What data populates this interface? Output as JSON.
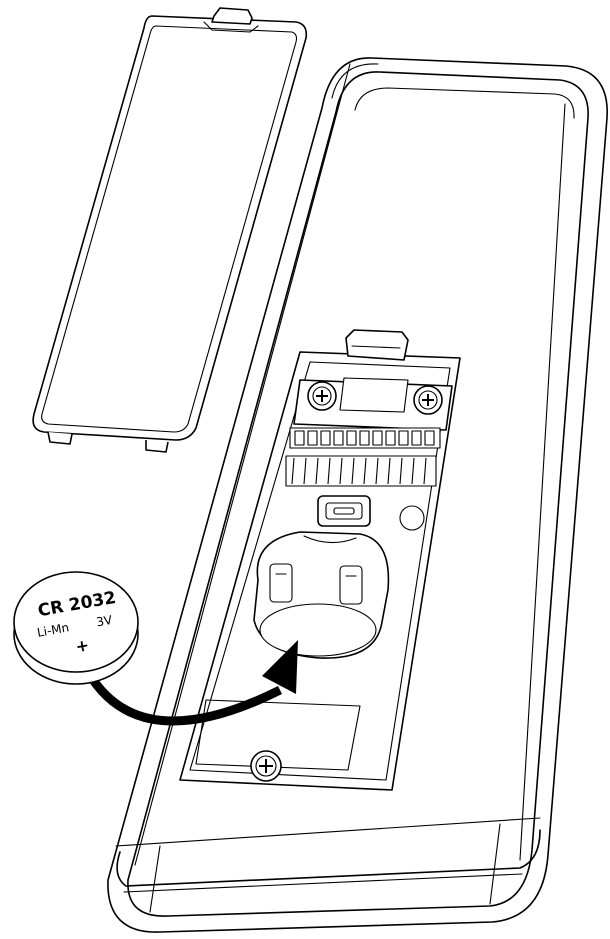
{
  "battery": {
    "model": "CR 2032",
    "chemistry": "Li-Mn",
    "voltage": "3V",
    "polarity": "+"
  },
  "icons": {
    "remote": "remote-control-back-icon",
    "cover": "battery-cover-icon",
    "coin_cell": "coin-cell-battery-icon",
    "arrow": "insert-arrow-icon",
    "screw": "phillips-screw-icon"
  },
  "colors": {
    "line": "#000000",
    "background": "#ffffff"
  }
}
